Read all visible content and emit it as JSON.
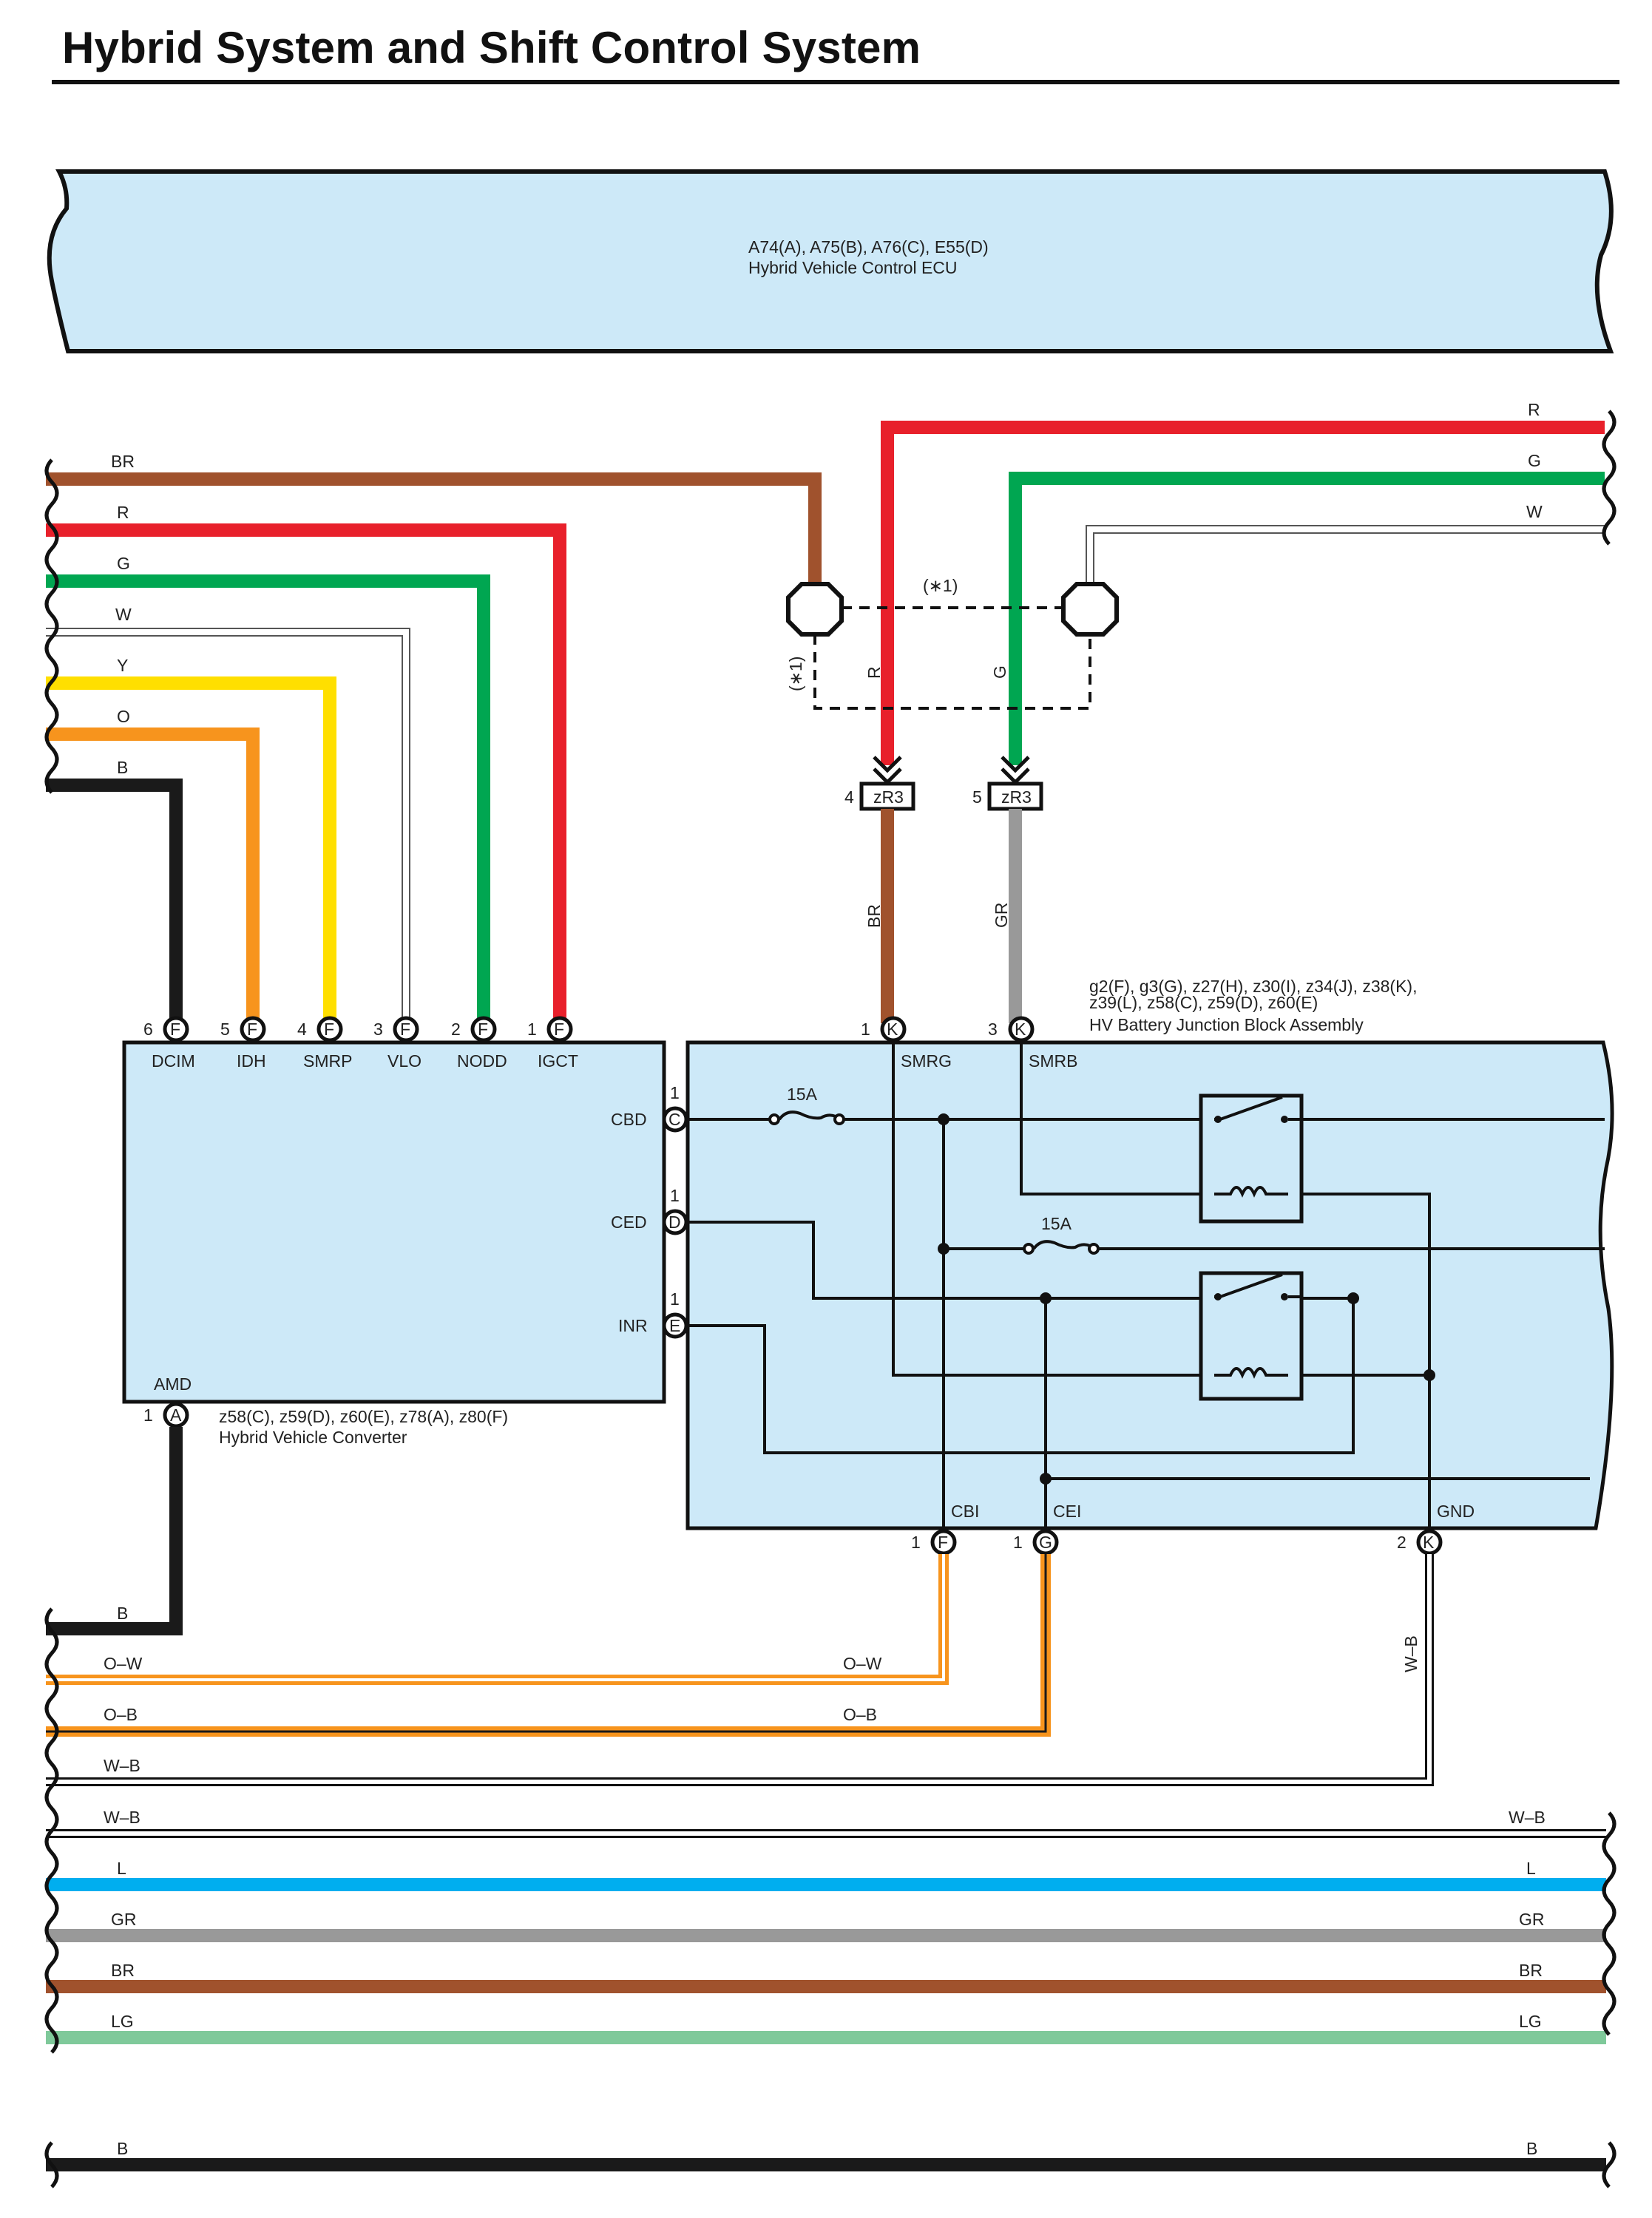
{
  "page": {
    "title": "Hybrid System and Shift Control System"
  },
  "colors": {
    "ecu_fill": "#cde9f8",
    "BR": "#a0522d",
    "R": "#e8202b",
    "G": "#00a651",
    "W": "#ffffff",
    "Y": "#ffdf00",
    "O": "#f7941d",
    "B": "#1a1a1a",
    "GR": "#999999",
    "L": "#00aeef",
    "LG": "#7fc99a",
    "outline": "#111111"
  },
  "ecu": {
    "connectors": "A74(A), A75(B), A76(C), E55(D)",
    "name": "Hybrid Vehicle Control ECU"
  },
  "converter": {
    "connectors": "z58(C), z59(D), z60(E), z78(A), z80(F)",
    "name": "Hybrid Vehicle Converter",
    "top_pins": [
      {
        "num": "6",
        "conn": "F",
        "label": "DCIM",
        "wire": "B"
      },
      {
        "num": "5",
        "conn": "F",
        "label": "IDH",
        "wire": "O"
      },
      {
        "num": "4",
        "conn": "F",
        "label": "SMRP",
        "wire": "Y"
      },
      {
        "num": "3",
        "conn": "F",
        "label": "VLO",
        "wire": "W"
      },
      {
        "num": "2",
        "conn": "F",
        "label": "NODD",
        "wire": "G"
      },
      {
        "num": "1",
        "conn": "F",
        "label": "IGCT",
        "wire": "R"
      }
    ],
    "right_pins": [
      {
        "num": "1",
        "conn": "C",
        "label": "CBD"
      },
      {
        "num": "1",
        "conn": "D",
        "label": "CED"
      },
      {
        "num": "1",
        "conn": "E",
        "label": "INR"
      }
    ],
    "bottom_pin": {
      "num": "1",
      "conn": "A",
      "label": "AMD"
    }
  },
  "junction_block": {
    "connectors_line1": "g2(F), g3(G), z27(H), z30(I), z34(J), z38(K),",
    "connectors_line2": "z39(L), z58(C), z59(D), z60(E)",
    "name": "HV Battery Junction Block Assembly",
    "top_pins": [
      {
        "num": "1",
        "conn": "K",
        "label": "SMRG"
      },
      {
        "num": "3",
        "conn": "K",
        "label": "SMRB"
      }
    ],
    "bottom_pins": [
      {
        "num": "1",
        "conn": "F",
        "label": "CBI"
      },
      {
        "num": "1",
        "conn": "G",
        "label": "CEI"
      },
      {
        "num": "2",
        "conn": "K",
        "label": "GND"
      }
    ],
    "fuse_label": "15A"
  },
  "splice": {
    "note": "(∗1)",
    "inner_labels": [
      "R",
      "G"
    ]
  },
  "zr3_connectors": [
    {
      "num": "4",
      "name": "zR3",
      "wire_below": "BR"
    },
    {
      "num": "5",
      "name": "zR3",
      "wire_below": "GR"
    }
  ],
  "left_upper_wires": [
    "BR",
    "R",
    "G",
    "W",
    "Y",
    "O",
    "B"
  ],
  "right_upper_wires": [
    "R",
    "G",
    "W"
  ],
  "lower_wires": {
    "b": "B",
    "ow_left": "O–W",
    "ow_mid": "O–W",
    "ob_left": "O–B",
    "ob_mid": "O–B",
    "wb_short": "W–B",
    "wb_vertical": "W–B"
  },
  "bus_wires": [
    {
      "left": "W–B",
      "right": "W–B",
      "color": "W"
    },
    {
      "left": "L",
      "right": "L",
      "color": "L"
    },
    {
      "left": "GR",
      "right": "GR",
      "color": "GR"
    },
    {
      "left": "BR",
      "right": "BR",
      "color": "BR"
    },
    {
      "left": "LG",
      "right": "LG",
      "color": "LG"
    },
    {
      "left": "B",
      "right": "B",
      "color": "B"
    }
  ]
}
